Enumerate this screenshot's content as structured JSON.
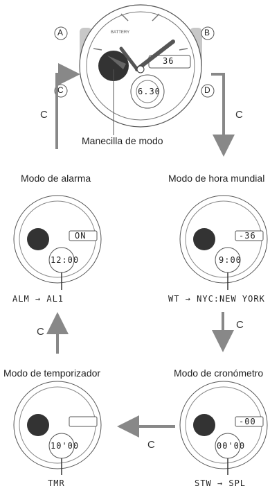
{
  "buttons": {
    "a": "A",
    "b": "B",
    "c": "C",
    "d": "D"
  },
  "main_watch": {
    "top_display": "36",
    "bottom_display": "6.30"
  },
  "mode_hand_label": "Manecilla de modo",
  "transition_label": "C",
  "modes": [
    {
      "title": "Modo de alarma",
      "top_display": "ON",
      "bottom_display": "12:00",
      "code": "ALM → AL1"
    },
    {
      "title": "Modo de hora mundial",
      "top_display": "-36",
      "bottom_display": "9:00",
      "code": "WT → NYC:NEW YORK"
    },
    {
      "title": "Modo de temporizador",
      "top_display": "",
      "bottom_display": "10'00",
      "code": "TMR"
    },
    {
      "title": "Modo de cronómetro",
      "top_display": "-00",
      "bottom_display": "00'00",
      "code": "STW → SPL"
    }
  ],
  "colors": {
    "line": "#555555",
    "hand": "#333333",
    "arrow": "#888888",
    "bezel": "#bbbbbb"
  }
}
